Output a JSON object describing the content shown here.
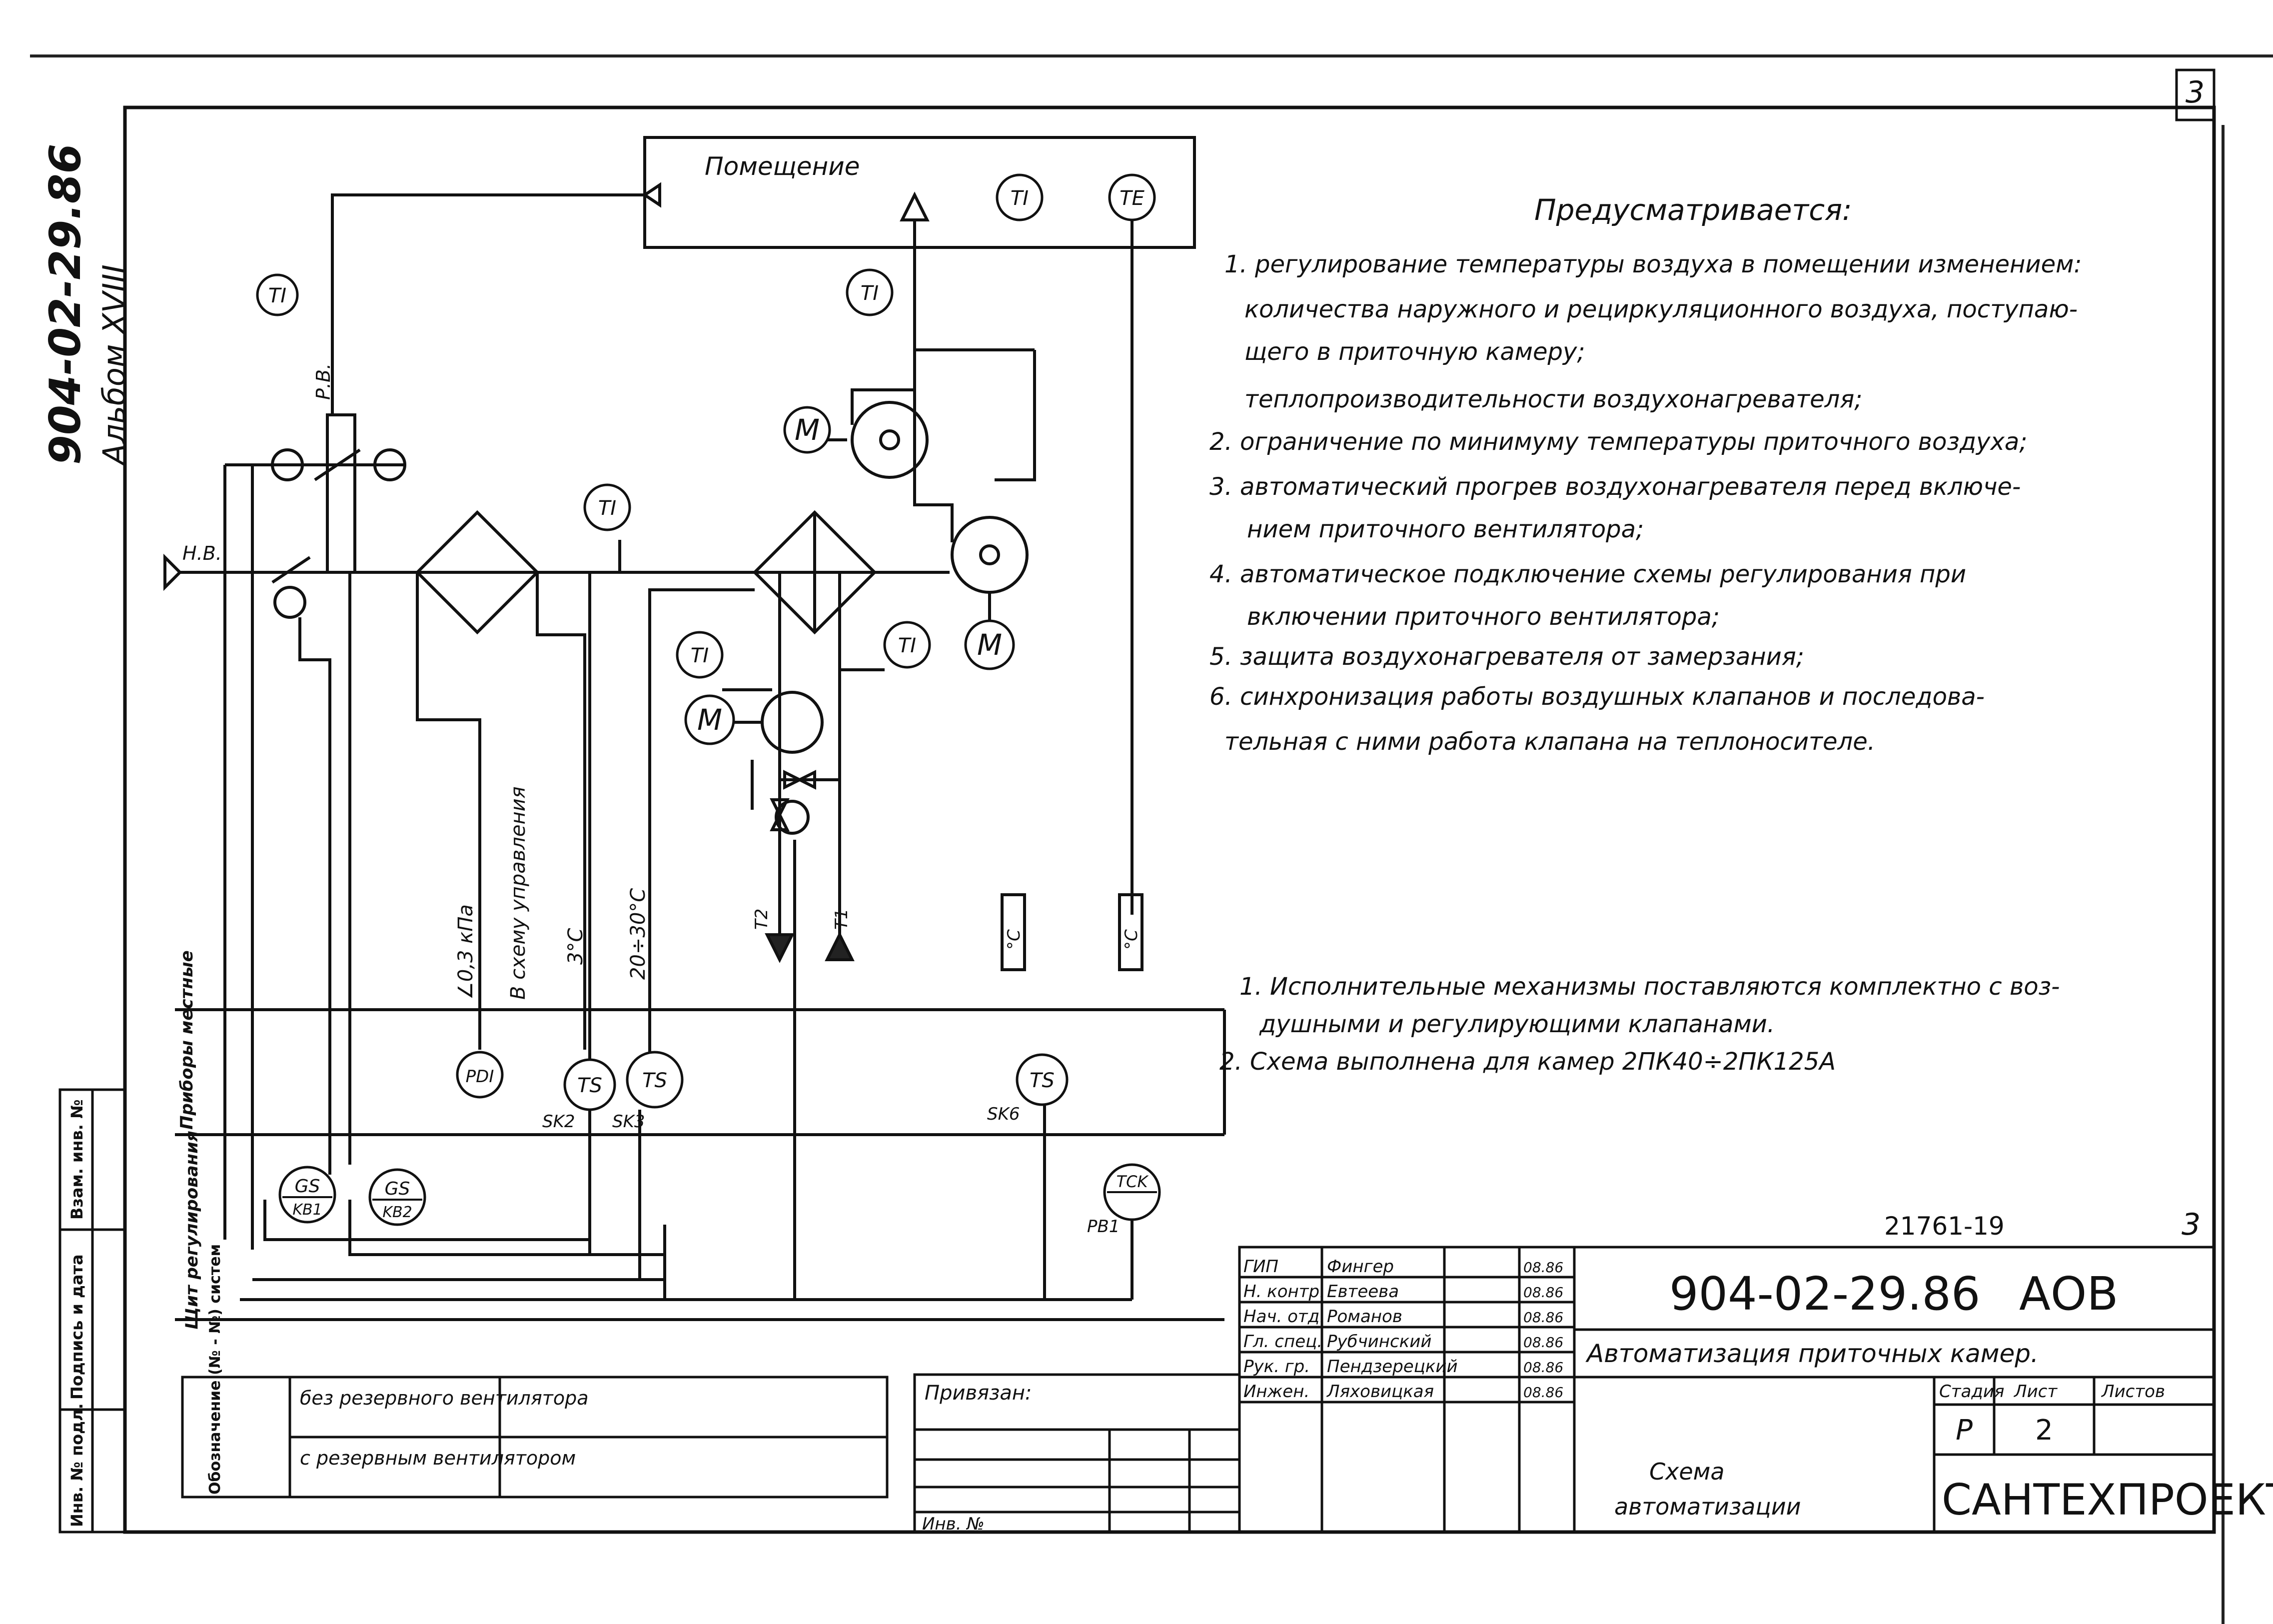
{
  "sheet_number": "3",
  "side_code": "904-02-29.86",
  "side_album": "Альбом XVIII",
  "room_label": "Помещение",
  "outdoor_air_label": "Н.В.",
  "return_air_label": "Р.В.",
  "instruments": {
    "ti": "TI",
    "te": "TE",
    "motor": "M",
    "pdi": "PDI",
    "ts": "TS",
    "gs": "GS",
    "kb1": "KB1",
    "kb2": "KB2",
    "tck": "TCK"
  },
  "terminal_codes": {
    "sk2": "SK2",
    "sk3": "SK3",
    "sk6": "SK6",
    "pb1": "PB1"
  },
  "pipe_labels": {
    "t2": "T2",
    "t1": "T1"
  },
  "vertical_labels": {
    "pressure": "∠0,3 кПа",
    "control": "В схему управления",
    "t3": "3°C",
    "t20_30": "20÷30°C",
    "deg1": "°C",
    "deg2": "°C"
  },
  "band_labels": {
    "local": "Приборы местные",
    "panel": "Щит регулирования"
  },
  "notes_title": "Предусматривается:",
  "notes": [
    "1. регулирование температуры воздуха в помещении изменением:",
    "количества наружного и рециркуляционного воздуха, поступаю-",
    "щего в приточную камеру;",
    "теплопроизводительности воздухонагревателя;",
    "2. ограничение по минимуму температуры приточного воздуха;",
    "3. автоматический прогрев воздухонагревателя перед включе-",
    "нием приточного вентилятора;",
    "4. автоматическое подключение схемы регулирования при",
    "включении приточного вентилятора;",
    "5. защита воздухонагревателя от замерзания;",
    "6. синхронизация работы воздушных клапанов и последова-",
    "тельная с ними работа клапана на теплоносителе."
  ],
  "remarks": [
    "1. Исполнительные механизмы поставляются комплектно с воз-",
    "душными и регулирующими клапанами.",
    "2. Схема выполнена для камер 2ПК40÷2ПК125А"
  ],
  "left_stamp": [
    "Инв. № подл.",
    "Подпись и дата",
    "Взам. инв. №"
  ],
  "variants": {
    "header": "Обозначение (№ - №) систем",
    "rows": [
      "без резервного вентилятора",
      "с резервным вентилятором"
    ]
  },
  "binding": {
    "label": "Привязан:",
    "inv": "Инв. №"
  },
  "title_block": {
    "order_no": "21761-19",
    "sheet_mark": "3",
    "code": "904-02-29.86",
    "mark": "АОВ",
    "title": "Автоматизация приточных камер.",
    "subtitle_1": "Схема",
    "subtitle_2": "автоматизации",
    "stage_hdr": "Стадия",
    "sheet_hdr": "Лист",
    "sheets_hdr": "Листов",
    "stage": "Р",
    "sheet": "2",
    "sheets": "",
    "org": "САНТЕХПРОЕКТ",
    "people": [
      {
        "role": "ГИП",
        "name": "Фингер",
        "date": "08.86"
      },
      {
        "role": "Н. контр.",
        "name": "Евтеева",
        "date": "08.86"
      },
      {
        "role": "Нач. отд.",
        "name": "Романов",
        "date": "08.86"
      },
      {
        "role": "Гл. спец.",
        "name": "Рубчинский",
        "date": "08.86"
      },
      {
        "role": "Рук. гр.",
        "name": "Пендзерецкий",
        "date": "08.86"
      },
      {
        "role": "Инжен.",
        "name": "Ляховицкая",
        "date": "08.86"
      }
    ]
  }
}
